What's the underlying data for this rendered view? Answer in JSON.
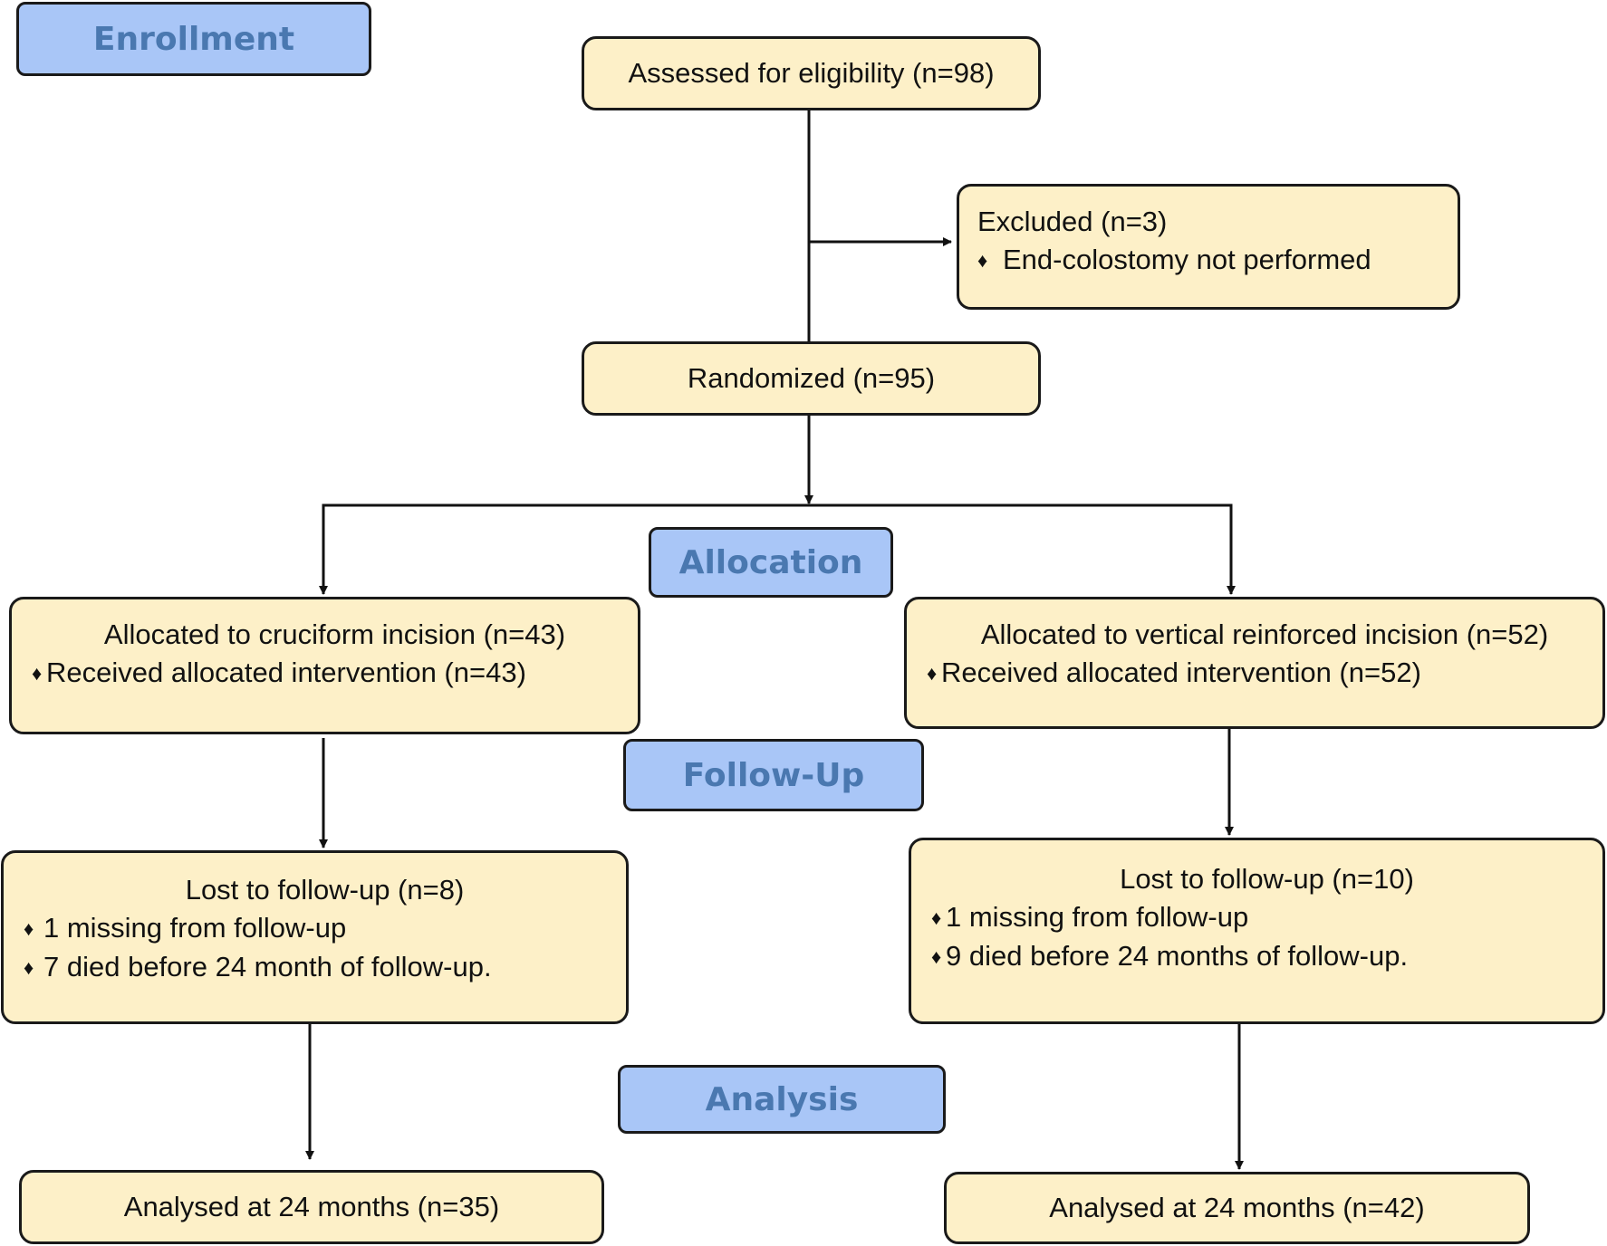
{
  "stages": {
    "enrollment": "Enrollment",
    "allocation": "Allocation",
    "follow_up": "Follow-Up",
    "analysis": "Analysis"
  },
  "bullet_glyph": "♦",
  "enrollment": {
    "assessed": "Assessed for eligibility (n=98)",
    "excluded": {
      "title": "Excluded (n=3)",
      "items": [
        "End-colostomy not performed"
      ]
    },
    "randomized": "Randomized (n=95)"
  },
  "arms": [
    {
      "allocation": {
        "title": "Allocated to cruciform incision (n=43)",
        "items": [
          "Received allocated intervention (n=43)"
        ]
      },
      "follow_up": {
        "title": "Lost to follow-up (n=8)",
        "items": [
          "1 missing from follow-up",
          "7 died before 24 month of follow-up."
        ]
      },
      "analysis": "Analysed at 24 months (n=35)"
    },
    {
      "allocation": {
        "title": "Allocated to vertical reinforced incision (n=52)",
        "items": [
          "Received allocated intervention (n=52)"
        ]
      },
      "follow_up": {
        "title": "Lost to follow-up (n=10)",
        "items": [
          "1 missing from follow-up",
          "9 died before 24 months of follow-up."
        ]
      },
      "analysis": "Analysed at 24 months (n=42)"
    }
  ]
}
